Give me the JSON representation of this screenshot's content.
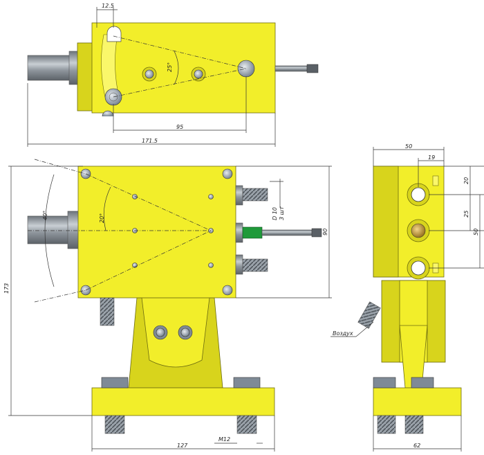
{
  "dimensions": {
    "top_offset": "12.5",
    "top_angle": "25°",
    "top_hole_spacing": "95",
    "top_total_length": "171.5",
    "front_angle_outer": "40°",
    "front_angle_inner": "20°",
    "front_total_height": "173",
    "front_body_height": "90",
    "front_base_width": "127",
    "front_thread": "M12",
    "side_width": "50",
    "side_offset_19": "19",
    "side_offset_20": "20",
    "side_pitch_25": "25",
    "side_span_50": "50",
    "side_base_width": "62",
    "fitting_size_line1": "D 10",
    "fitting_size_line2": "3 шт"
  },
  "labels": {
    "air": "Воздух"
  },
  "colors": {
    "body": "#f2ee2a",
    "body_shadow": "#d8d41c",
    "steel": "#9aa3ab",
    "fitting_green": "#1f9a3a"
  }
}
